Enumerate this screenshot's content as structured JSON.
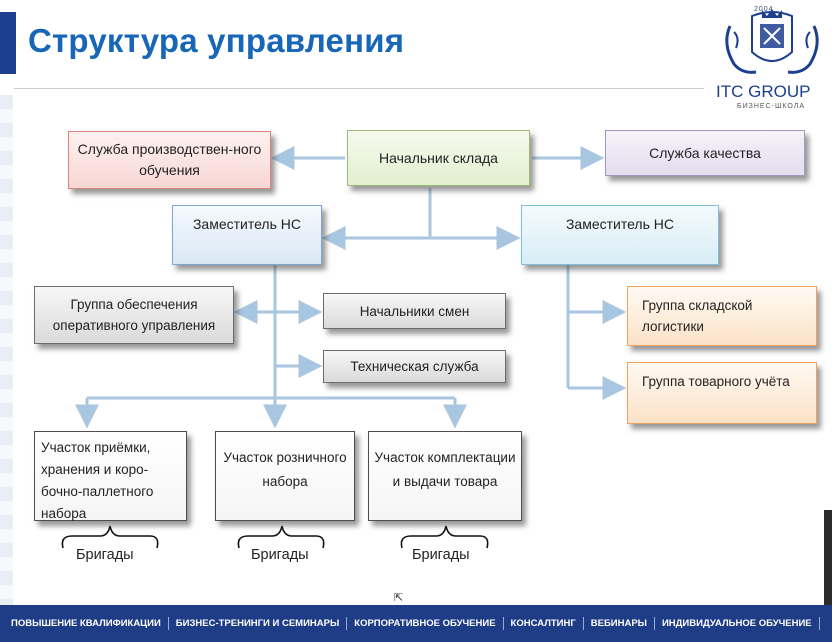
{
  "header": {
    "title": "Структура управления"
  },
  "logo": {
    "year": "2004",
    "name": "ITC GROUP",
    "subtitle": "БИЗНЕС-ШКОЛА"
  },
  "diagram": {
    "head": "Начальник склада",
    "training": "Служба производствен-ного обучения",
    "quality": "Служба качества",
    "deputy_left": "Заместитель НС",
    "deputy_right": "Заместитель  НС",
    "ops_group": "Группа обеспечения оперативного управления",
    "shift_heads": "Начальники смен",
    "tech_service": "Техническая служба",
    "logistics": "Группа складской логистики",
    "accounting": "Группа товарного учёта",
    "section_receiving": "Участок приёмки, хранения и коро-бочно-паллетного набора",
    "section_retail": "Участок розничного набора",
    "section_picking": "Участок комплектации и выдачи товара",
    "brigades": "Бригады"
  },
  "footer": {
    "items": [
      "ПОВЫШЕНИЕ КВАЛИФИКАЦИИ",
      "БИЗНЕС-ТРЕНИНГИ И СЕМИНАРЫ",
      "КОРПОРАТИВНОЕ ОБУЧЕНИЕ",
      "КОНСАЛТИНГ",
      "ВЕБИНАРЫ",
      "ИНДИВИДУАЛЬНОЕ ОБУЧЕНИЕ"
    ]
  },
  "colors": {
    "title": "#1766b7",
    "footer_bg": "#1e3d86",
    "connector": "#a9c6e1",
    "pink": "#f8d7d4",
    "green": "#e2efcf",
    "purple": "#e3ddee",
    "blue": "#d9e8f5",
    "orange": "#fbe2c7",
    "gray": "#dadada"
  }
}
